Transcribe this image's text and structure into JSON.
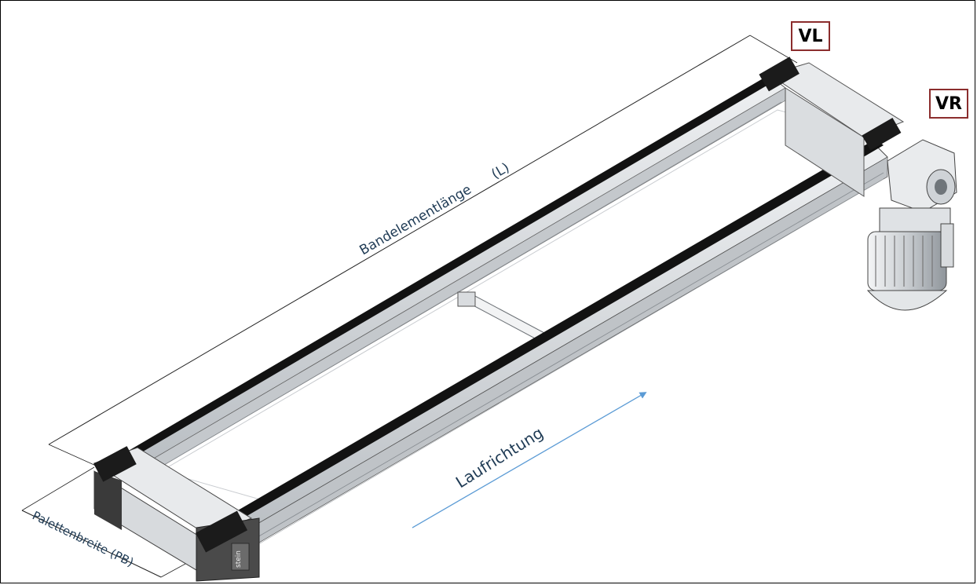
{
  "labels": {
    "length": "Bandelementlänge",
    "length_symbol": "(L)",
    "width": "Palettenbreite (PB)",
    "direction": "Laufrichtung",
    "corner_left": "VL",
    "corner_right": "VR",
    "brand": "stein"
  },
  "colors": {
    "arrow": "#5b9bd5",
    "tag_border": "#8b2d2d",
    "belt": "#121212",
    "rail": "#d6d9dc",
    "end_block": "#e8eaec"
  }
}
